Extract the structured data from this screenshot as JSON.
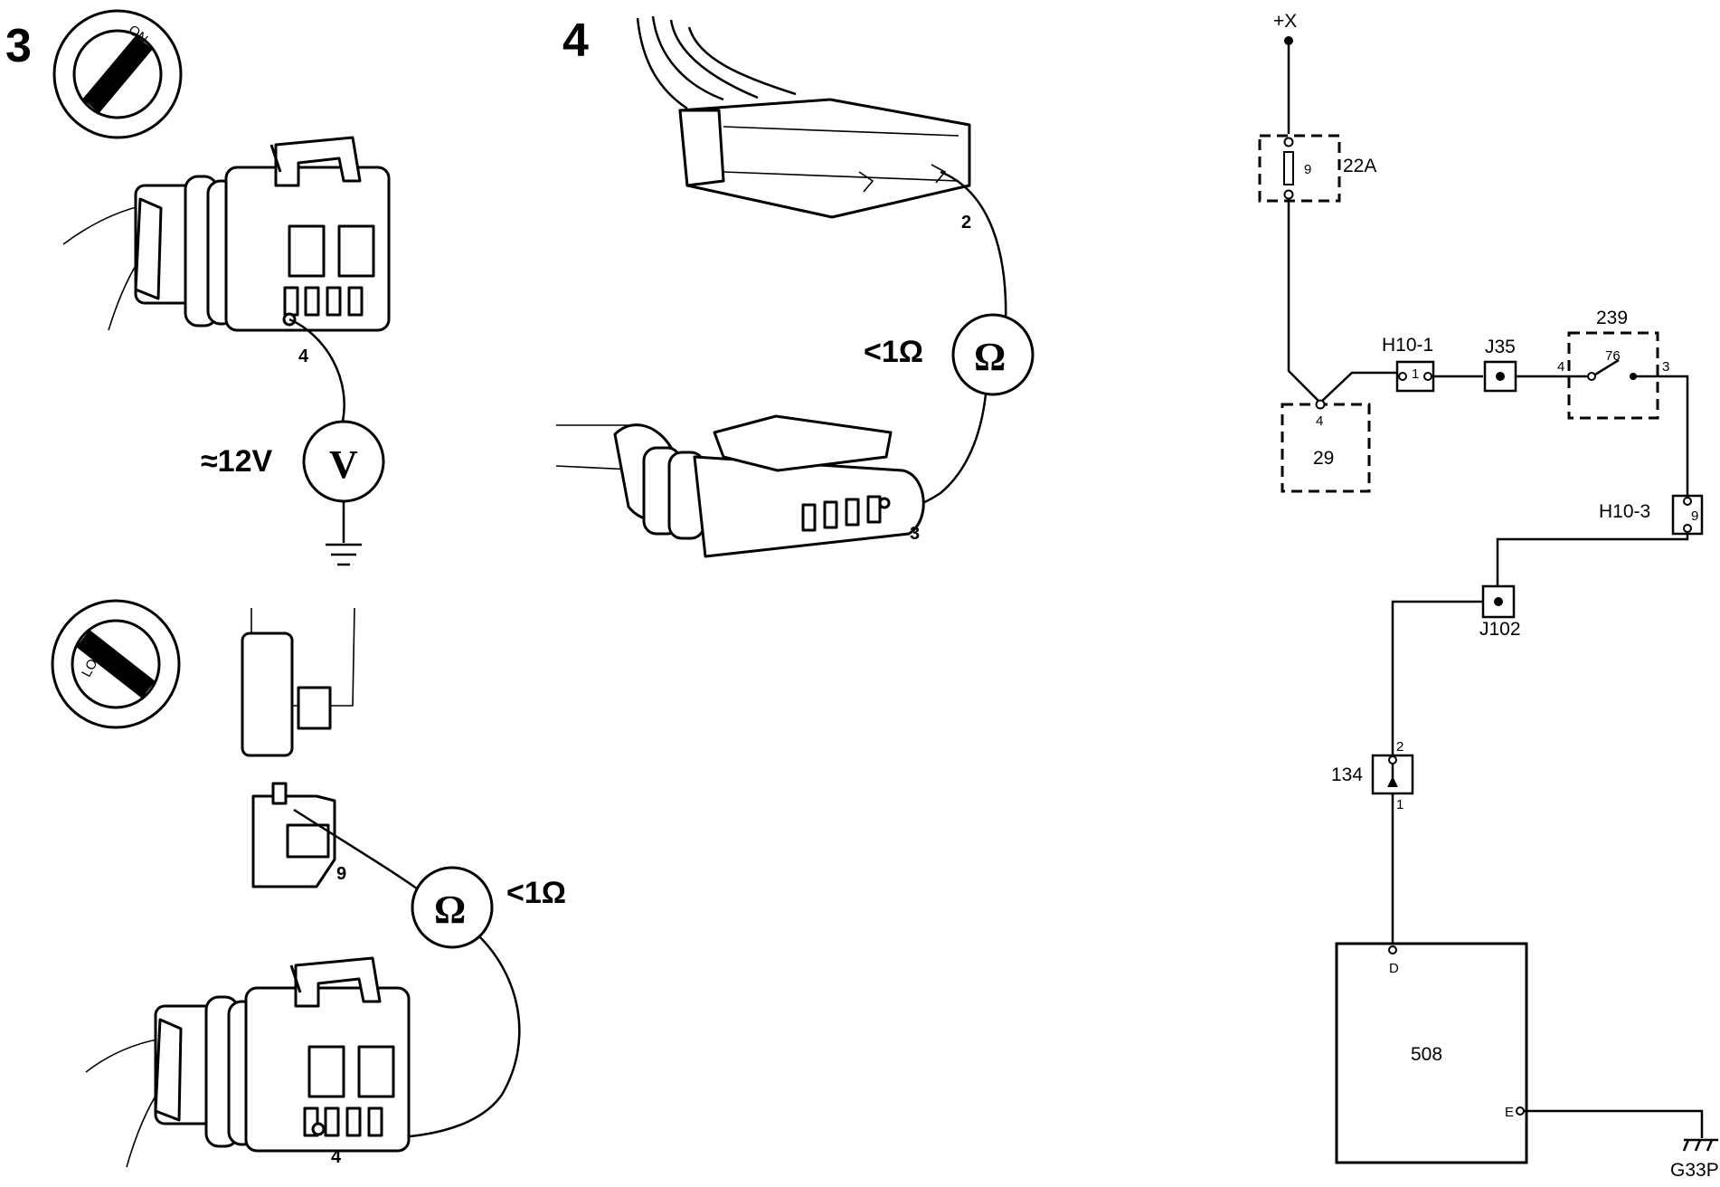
{
  "steps": {
    "step3": {
      "number": "3",
      "switch_on_label": "ON",
      "switch_lock_label": "LOCK",
      "pin_upper": "4",
      "voltage": "≈12V",
      "voltmeter_symbol": "V",
      "pin_block": "9",
      "pin_lower": "4",
      "resistance": "<1Ω",
      "ohmmeter_symbol": "Ω"
    },
    "step4": {
      "number": "4",
      "pin_top": "2",
      "pin_bottom": "3",
      "resistance": "<1Ω",
      "ohmmeter_symbol": "Ω"
    }
  },
  "schematic": {
    "supply": "+X",
    "fuse": {
      "pin": "9",
      "label": "22A"
    },
    "module29": {
      "label": "29",
      "pin": "4"
    },
    "connector_h10_1": {
      "label": "H10-1",
      "pin": "1"
    },
    "junction_j35": "J35",
    "relay239": {
      "label": "239",
      "inner": "76",
      "pin_in": "4",
      "pin_out": "3"
    },
    "connector_h10_3": {
      "label": "H10-3",
      "pin": "9"
    },
    "junction_j102": "J102",
    "connector134": {
      "label": "134",
      "pin_top": "2",
      "pin_bottom": "1"
    },
    "module508": {
      "label": "508",
      "pin_d": "D",
      "pin_e": "E"
    },
    "ground": "G33P"
  }
}
